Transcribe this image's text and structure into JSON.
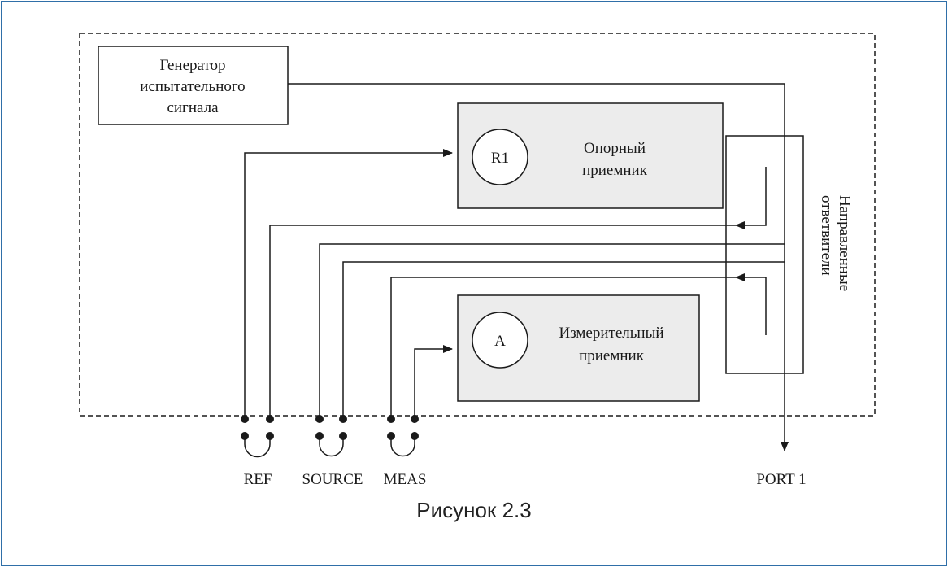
{
  "diagram": {
    "generator": {
      "line1": "Генератор",
      "line2": "испытательного",
      "line3": "сигнала"
    },
    "reference_receiver": {
      "symbol": "R1",
      "line1": "Опорный",
      "line2": "приемник"
    },
    "measurement_receiver": {
      "symbol": "A",
      "line1": "Измерительный",
      "line2": "приемник"
    },
    "coupler_label": {
      "line1": "Направленные",
      "line2": "ответвители"
    },
    "ports": {
      "ref": "REF",
      "source": "SOURCE",
      "meas": "MEAS",
      "port1": "PORT 1"
    }
  },
  "caption": "Рисунок 2.3",
  "colors": {
    "frame_border": "#2f6fa8",
    "receiver_fill": "#ececec",
    "line": "#1a1a1a"
  }
}
